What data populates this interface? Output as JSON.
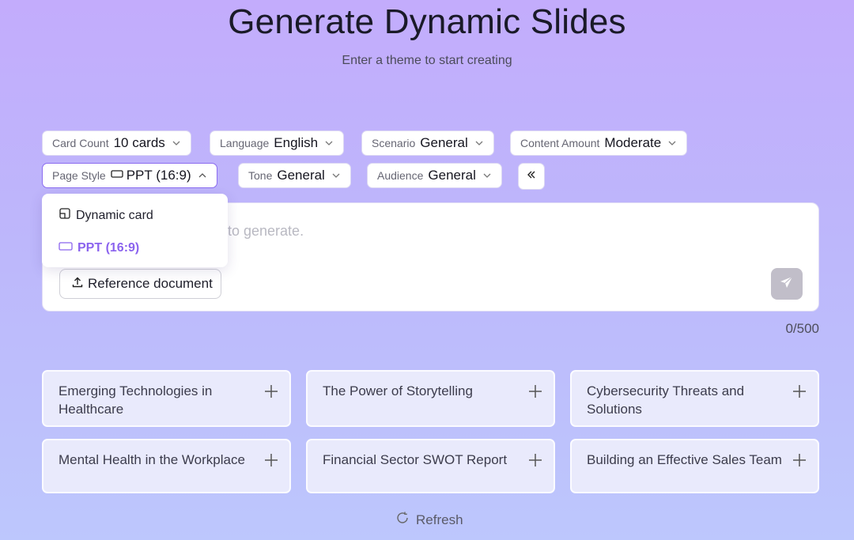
{
  "header": {
    "title": "Generate Dynamic Slides",
    "subtitle": "Enter a theme to start creating"
  },
  "options": {
    "card_count": {
      "label": "Card Count",
      "value": "10 cards"
    },
    "language": {
      "label": "Language",
      "value": "English"
    },
    "scenario": {
      "label": "Scenario",
      "value": "General"
    },
    "content_amount": {
      "label": "Content Amount",
      "value": "Moderate"
    },
    "page_style": {
      "label": "Page Style",
      "value": "PPT (16:9)"
    },
    "tone": {
      "label": "Tone",
      "value": "General"
    },
    "audience": {
      "label": "Audience",
      "value": "General"
    }
  },
  "collapse_icon": "chevrons-left-icon",
  "page_style_menu": {
    "items": [
      {
        "label": "Dynamic card",
        "icon": "dynamic-card-icon",
        "selected": false
      },
      {
        "label": "PPT (16:9)",
        "icon": "rectangle-icon",
        "selected": true
      }
    ]
  },
  "prompt": {
    "placeholder_visible": "to generate.",
    "reference_button": "Reference document",
    "counter": "0/500"
  },
  "suggestions": [
    "Emerging Technologies in Healthcare",
    "The Power of Storytelling",
    "Cybersecurity Threats and Solutions",
    "Mental Health in the Workplace",
    "Financial Sector SWOT Report",
    "Building an Effective Sales Team"
  ],
  "refresh_label": "Refresh",
  "colors": {
    "accent": "#8b63ee",
    "send_button_disabled": "#c1bec9"
  }
}
